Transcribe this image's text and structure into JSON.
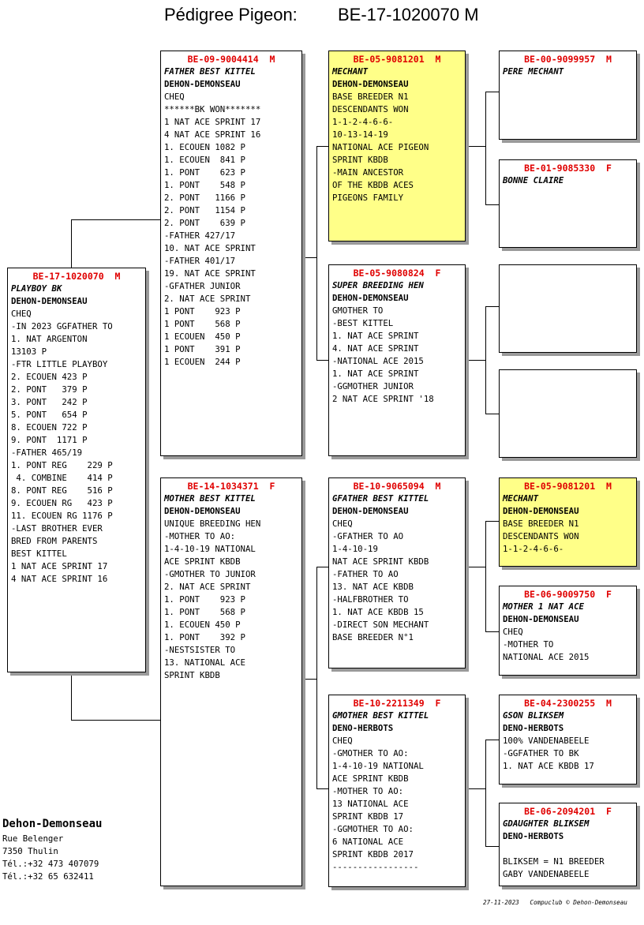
{
  "title": {
    "label": "Pédigree Pigeon:",
    "ring": "BE-17-1020070 M"
  },
  "cards": {
    "subject": {
      "ring": "BE-17-1020070  M",
      "name": "PLAYBOY BK",
      "owner": "DEHON-DEMONSEAU",
      "lines": [
        "CHEQ",
        "-IN 2023 GGFATHER TO",
        "1. NAT ARGENTON",
        "13103 P",
        "-FTR LITTLE PLAYBOY",
        "2. ECOUEN 423 P",
        "2. PONT   379 P",
        "3. PONT   242 P",
        "5. PONT   654 P",
        "8. ECOUEN 722 P",
        "9. PONT  1171 P",
        "-FATHER 465/19",
        "1. PONT REG    229 P",
        " 4. COMBINE    414 P",
        "8. PONT REG    516 P",
        "9. ECOUEN RG   423 P",
        "11. ECOUEN RG 1176 P",
        "-LAST BROTHER EVER",
        "BRED FROM PARENTS",
        "BEST KITTEL",
        "1 NAT ACE SPRINT 17",
        "4 NAT ACE SPRINT 16"
      ]
    },
    "father": {
      "ring": "BE-09-9004414  M",
      "name": "FATHER BEST KITTEL",
      "owner": "DEHON-DEMONSEAU",
      "lines": [
        "CHEQ",
        "******BK WON*******",
        "1 NAT ACE SPRINT 17",
        "4 NAT ACE SPRINT 16",
        "1. ECOUEN 1082 P",
        "1. ECOUEN  841 P",
        "1. PONT    623 P",
        "1. PONT    548 P",
        "2. PONT   1166 P",
        "2. PONT   1154 P",
        "2. PONT    639 P",
        "-FATHER 427/17",
        "10. NAT ACE SPRINT",
        "-FATHER 401/17",
        "19. NAT ACE SPRINT",
        "-GFATHER JUNIOR",
        "2. NAT ACE SPRINT",
        "1 PONT    923 P",
        "1 PONT    568 P",
        "1 ECOUEN  450 P",
        "1 PONT    391 P",
        "1 ECOUEN  244 P"
      ]
    },
    "mother": {
      "ring": "BE-14-1034371  F",
      "name": "MOTHER BEST KITTEL",
      "owner": "DEHON-DEMONSEAU",
      "lines": [
        "UNIQUE BREEDING HEN",
        "-MOTHER TO AO:",
        "1-4-10-19 NATIONAL",
        "ACE SPRINT KBDB",
        "-GMOTHER TO JUNIOR",
        "2. NAT ACE SPRINT",
        "1. PONT    923 P",
        "1. PONT    568 P",
        "1. ECOUEN 450 P",
        "1. PONT    392 P",
        "-NESTSISTER TO",
        "13. NATIONAL ACE",
        "SPRINT KBDB"
      ]
    },
    "ff": {
      "ring": "BE-05-9081201  M",
      "name": "MECHANT",
      "owner": "DEHON-DEMONSEAU",
      "lines": [
        "BASE BREEDER N1",
        "DESCENDANTS WON",
        "1-1-2-4-6-6-",
        "10-13-14-19",
        "NATIONAL ACE PIGEON",
        "SPRINT KBDB",
        "-MAIN ANCESTOR",
        "OF THE KBDB ACES",
        "PIGEONS FAMILY"
      ]
    },
    "fm": {
      "ring": "BE-05-9080824  F",
      "name": "SUPER BREEDING HEN",
      "owner": "DEHON-DEMONSEAU",
      "lines": [
        "GMOTHER TO",
        "-BEST KITTEL",
        "1. NAT ACE SPRINT",
        "4. NAT ACE SPRINT",
        "-NATIONAL ACE 2015",
        "1. NAT ACE SPRINT",
        "-GGMOTHER JUNIOR",
        "2 NAT ACE SPRINT '18"
      ]
    },
    "mf": {
      "ring": "BE-10-9065094  M",
      "name": "GFATHER BEST KITTEL",
      "owner": "DEHON-DEMONSEAU",
      "lines": [
        "CHEQ",
        "-GFATHER TO AO",
        "1-4-10-19",
        "NAT ACE SPRINT KBDB",
        "-FATHER TO AO",
        "13. NAT ACE KBDB",
        "-HALFBROTHER TO",
        "1. NAT ACE KBDB 15",
        "-DIRECT SON MECHANT",
        "BASE BREEDER N°1"
      ]
    },
    "mm": {
      "ring": "BE-10-2211349  F",
      "name": "GMOTHER BEST KITTEL",
      "owner": "DENO-HERBOTS",
      "lines": [
        "CHEQ",
        "-GMOTHER TO AO:",
        "1-4-10-19 NATIONAL",
        "ACE SPRINT KBDB",
        "-MOTHER TO AO:",
        "13 NATIONAL ACE",
        "SPRINT KBDB 17",
        "-GGMOTHER TO AO:",
        "6 NATIONAL ACE",
        "SPRINT KBDB 2017",
        "-----------------"
      ]
    },
    "fff": {
      "ring": "BE-00-9099957  M",
      "name": "PERE MECHANT",
      "owner": "",
      "lines": []
    },
    "ffm": {
      "ring": "BE-01-9085330  F",
      "name": "BONNE CLAIRE",
      "owner": "",
      "lines": []
    },
    "mff": {
      "ring": "BE-05-9081201  M",
      "name": "MECHANT",
      "owner": "DEHON-DEMONSEAU",
      "lines": [
        "BASE BREEDER N1",
        "DESCENDANTS WON",
        "1-1-2-4-6-6-"
      ]
    },
    "mfm": {
      "ring": "BE-06-9009750  F",
      "name": "MOTHER 1 NAT ACE",
      "owner": "DEHON-DEMONSEAU",
      "lines": [
        "CHEQ",
        "-MOTHER TO",
        "NATIONAL ACE 2015"
      ]
    },
    "mmf": {
      "ring": "BE-04-2300255  M",
      "name": "GSON BLIKSEM",
      "owner": "DENO-HERBOTS",
      "lines": [
        "100% VANDENABEELE",
        "-GGFATHER TO BK",
        "1. NAT ACE KBDB 17"
      ]
    },
    "mmm": {
      "ring": "BE-06-2094201  F",
      "name": "GDAUGHTER BLIKSEM",
      "owner": "DENO-HERBOTS",
      "lines": [
        "",
        "BLIKSEM = N1 BREEDER",
        "GABY VANDENABEELE"
      ]
    }
  },
  "breeder": {
    "name": "Dehon-Demonseau",
    "street": "Rue Belenger",
    "city": "7350  Thulin",
    "tel1": "Tél.:+32 473 407079",
    "tel2": "Tél.:+32 65 632411"
  },
  "footer": "27-11-2023   Compuclub © Dehon-Demonseau"
}
